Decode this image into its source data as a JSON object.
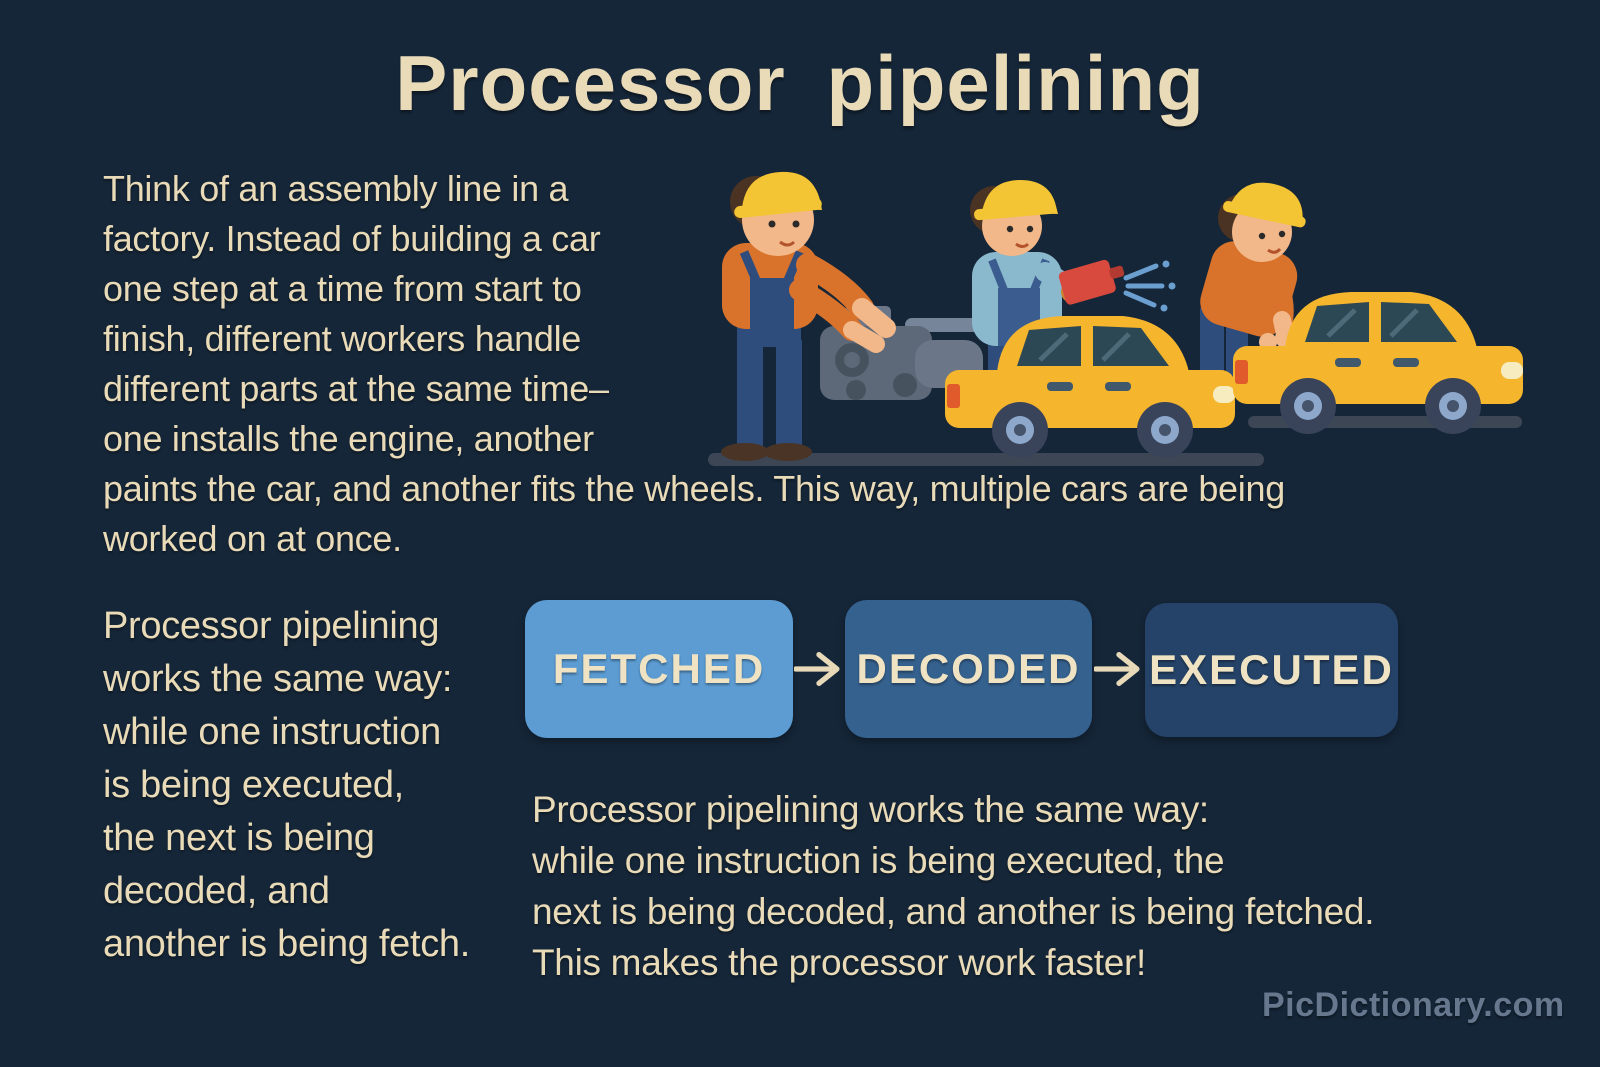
{
  "title": "Processor pipelining",
  "intro": {
    "lines": [
      "Think of an assembly line in a",
      "factory. Instead of building a car",
      "one step at a time from start to",
      "finish, different workers handle",
      "different parts at the same time–",
      "one installs the engine, another",
      "paints the car, and another fits the wheels. This way, multiple cars are being",
      "worked on at once."
    ]
  },
  "left_note": {
    "lines": [
      "Processor pipelining",
      "works the same way:",
      "while one instruction",
      "is being executed,",
      "the next is being",
      "decoded, and",
      "another is being fetch."
    ]
  },
  "pipeline": {
    "stages": [
      {
        "label": "FETCHED",
        "color": "#5c9cd3"
      },
      {
        "label": "DECODED",
        "color": "#35618e"
      },
      {
        "label": "EXECUTED",
        "color": "#254368"
      }
    ],
    "arrow_color": "#e8d9b8"
  },
  "explanation": {
    "lines": [
      "Processor pipelining works the same way:",
      "while one instruction is being executed, the",
      "next is being decoded, and another is being fetched.",
      "This makes the processor work faster!"
    ]
  },
  "illustration": {
    "caption": "Three workers on a car assembly line: one installs an engine, one spray-paints a yellow car, one works on a finished yellow car",
    "workers": [
      "engine installer",
      "car painter",
      "car fitter"
    ]
  },
  "watermark": "PicDictionary.com",
  "colors": {
    "background": "#152638",
    "text": "#e9dab8",
    "watermark_text": "#67788e"
  }
}
